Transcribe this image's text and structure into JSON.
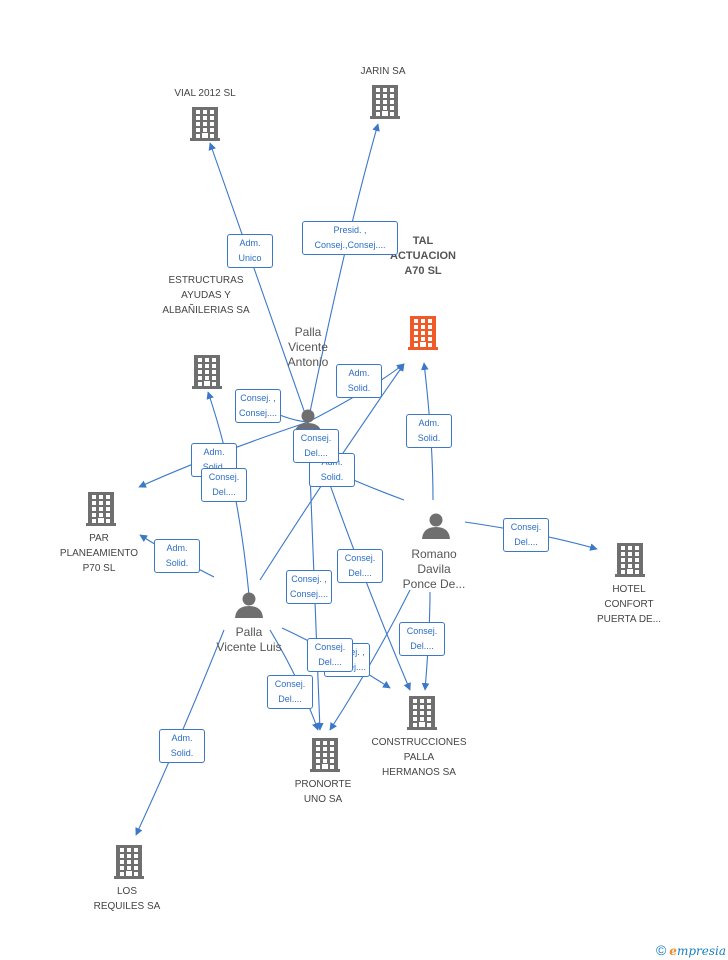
{
  "colors": {
    "edge": "#3b78c8",
    "company": "#6f6f6f",
    "focus": "#f05a28",
    "person": "#6f6f6f"
  },
  "nodes": [
    {
      "id": "vial",
      "type": "company",
      "icon": "building-icon",
      "label": [
        "VIAL 2012 SL"
      ]
    },
    {
      "id": "jarin",
      "type": "company",
      "icon": "building-icon",
      "label": [
        "JARIN SA"
      ]
    },
    {
      "id": "tal",
      "type": "focus",
      "icon": "building-icon",
      "label": [
        "TAL",
        "ACTUACION",
        "A70 SL"
      ]
    },
    {
      "id": "estructuras",
      "type": "company",
      "icon": "building-icon",
      "label": [
        "ESTRUCTURAS",
        "AYUDAS Y",
        "ALBAÑILERIAS SA"
      ]
    },
    {
      "id": "pva",
      "type": "person",
      "icon": "person-icon",
      "label": [
        "Palla",
        "Vicente",
        "Antonio"
      ]
    },
    {
      "id": "par",
      "type": "company",
      "icon": "building-icon",
      "label": [
        "PAR",
        "PLANEAMIENTO",
        "P70 SL"
      ]
    },
    {
      "id": "romano",
      "type": "person",
      "icon": "person-icon",
      "label": [
        "Romano",
        "Davila",
        "Ponce De..."
      ]
    },
    {
      "id": "hotel",
      "type": "company",
      "icon": "building-icon",
      "label": [
        "HOTEL",
        "CONFORT",
        "PUERTA DE..."
      ]
    },
    {
      "id": "pvl",
      "type": "person",
      "icon": "person-icon",
      "label": [
        "Palla",
        "Vicente Luis"
      ]
    },
    {
      "id": "construcciones",
      "type": "company",
      "icon": "building-icon",
      "label": [
        "CONSTRUCCIONES",
        "PALLA",
        "HERMANOS SA"
      ]
    },
    {
      "id": "pronorte",
      "type": "company",
      "icon": "building-icon",
      "label": [
        "PRONORTE",
        "UNO SA"
      ]
    },
    {
      "id": "requiles",
      "type": "company",
      "icon": "building-icon",
      "label": [
        "LOS",
        "REQUILES SA"
      ]
    }
  ],
  "edges": [
    {
      "from": "pva",
      "to": "vial",
      "label": [
        "Adm.",
        "Unico"
      ]
    },
    {
      "from": "pva",
      "to": "jarin",
      "label": [
        "Presid. ,",
        "Consej.,Consej...."
      ]
    },
    {
      "from": "pva",
      "to": "tal",
      "label": [
        "Adm.",
        "Solid."
      ]
    },
    {
      "from": "pva",
      "to": "estructuras",
      "label": [
        "Consej. ,",
        "Consej...."
      ]
    },
    {
      "from": "pva",
      "to": "par",
      "label": [
        "Adm.",
        "Solid."
      ]
    },
    {
      "from": "pva",
      "to": "construcciones",
      "label": [
        "Consej.",
        "Del...."
      ]
    },
    {
      "from": "pva",
      "to": "pronorte",
      "label": [
        "Consej. ,",
        "Consej...."
      ]
    },
    {
      "from": "pvl",
      "to": "estructuras",
      "label": [
        "Consej.",
        "Del...."
      ]
    },
    {
      "from": "pvl",
      "to": "par",
      "label": [
        "Adm.",
        "Solid."
      ]
    },
    {
      "from": "pvl",
      "to": "tal",
      "label": [
        "Adm.",
        "Solid."
      ]
    },
    {
      "from": "pvl",
      "to": "construcciones",
      "label": [
        "Consej. ,",
        "Consej...."
      ]
    },
    {
      "from": "pvl",
      "to": "pronorte",
      "label": [
        "Consej.",
        "Del...."
      ]
    },
    {
      "from": "pvl",
      "to": "requiles",
      "label": [
        "Adm.",
        "Solid."
      ]
    },
    {
      "from": "romano",
      "to": "tal",
      "label": [
        "Adm.",
        "Solid."
      ]
    },
    {
      "from": "romano",
      "to": "hotel",
      "label": [
        "Consej.",
        "Del...."
      ]
    },
    {
      "from": "romano",
      "to": "construcciones",
      "label": [
        "Consej.",
        "Del...."
      ]
    },
    {
      "from": "romano",
      "to": "pronorte",
      "label": [
        "Consej.",
        "Del...."
      ]
    },
    {
      "from": "romano",
      "to": "estructuras",
      "label": [
        "Consej.",
        "Del...."
      ]
    }
  ],
  "footer": {
    "copyright": "©",
    "brand_initial": "e",
    "brand_rest": "mpresia"
  }
}
